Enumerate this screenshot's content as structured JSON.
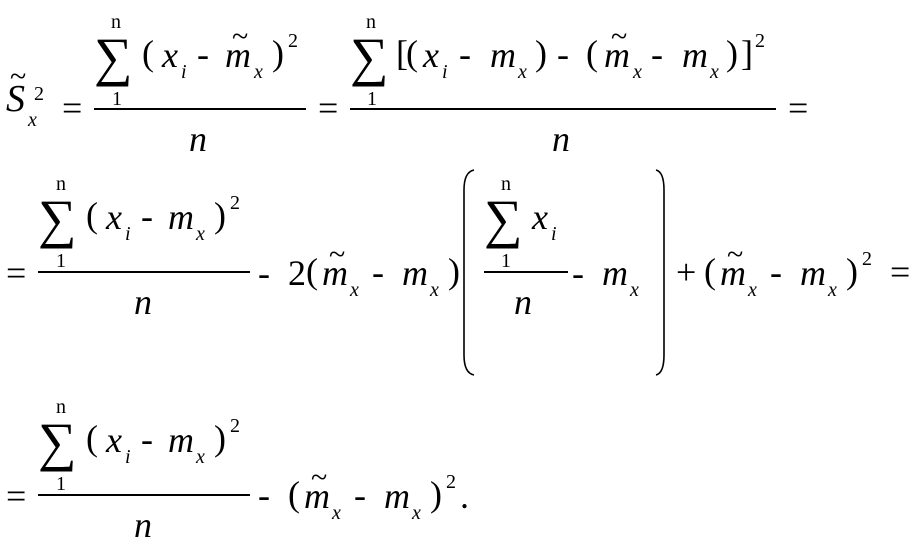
{
  "symbols": {
    "S": "S",
    "x": "x",
    "i": "i",
    "m": "m",
    "n": "n",
    "one": "1",
    "two": "2",
    "sum": "∑",
    "eq": "=",
    "minus": "-",
    "plus": "+",
    "tilde": "~",
    "lparen": "(",
    "rparen": ")",
    "lbracket": "[",
    "rbracket": "]",
    "coef": "2",
    "period": "."
  }
}
